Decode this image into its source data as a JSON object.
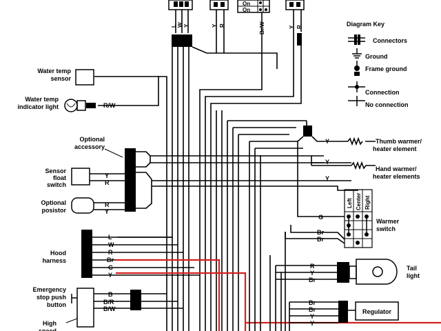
{
  "colors": {
    "wire": "#000000",
    "highlight": "#d42020",
    "background": "#ffffff"
  },
  "top_connector_1": {
    "pins": [
      "L",
      "W",
      "Y"
    ]
  },
  "top_connector_2": {
    "pins": [
      "Y",
      "R"
    ]
  },
  "top_switch": {
    "rows": [
      "On",
      "On"
    ],
    "wire": "Br/W"
  },
  "top_connector_3": {
    "pins": [
      "Y",
      "R"
    ]
  },
  "components": {
    "water_temp_sensor": [
      "Water temp",
      "sensor"
    ],
    "water_temp_light": [
      "Water temp",
      "indicator light"
    ],
    "water_temp_light_wire": "R/W",
    "optional_accessory": [
      "Optional",
      "accessory"
    ],
    "sensor_float_switch": [
      "Sensor",
      "float",
      "switch"
    ],
    "sensor_float_wires": [
      "Y",
      "R"
    ],
    "optional_posistor": [
      "Optional",
      "posistor"
    ],
    "optional_posistor_wires": [
      "R",
      "Y"
    ],
    "hood_harness": [
      "Hood",
      "harness"
    ],
    "hood_harness_wires": [
      "L",
      "W",
      "R",
      "Br",
      "G",
      "Y"
    ],
    "emergency_stop": [
      "Emergency",
      "stop push",
      "button"
    ],
    "emergency_stop_wires": [
      "B",
      "B/R",
      "B/W"
    ],
    "high_speed": [
      "High",
      "speed"
    ],
    "thumb_warmer": [
      "Thumb warmer/",
      "heater element"
    ],
    "thumb_warmer_wire": "Y",
    "hand_warmer": [
      "Hand warmer/",
      "heater elements"
    ],
    "hand_warmer_wires": [
      "Y",
      "Y"
    ],
    "warmer_switch": [
      "Warmer",
      "switch"
    ],
    "warmer_switch_headers": [
      "Left",
      "Center",
      "Right"
    ],
    "warmer_switch_wires": [
      "G",
      "Br",
      "Br"
    ],
    "tail_light": [
      "Tail",
      "light"
    ],
    "tail_light_wires": [
      "R",
      "Y",
      "Br"
    ],
    "regulator": "Regulator",
    "regulator_wires": [
      "Br",
      "Br",
      "Y",
      "Y"
    ]
  },
  "diagram_key": {
    "title": "Diagram Key",
    "connectors": "Connectors",
    "ground": "Ground",
    "frame_ground": "Frame ground",
    "connection": "Connection",
    "no_connection": "No connection"
  }
}
